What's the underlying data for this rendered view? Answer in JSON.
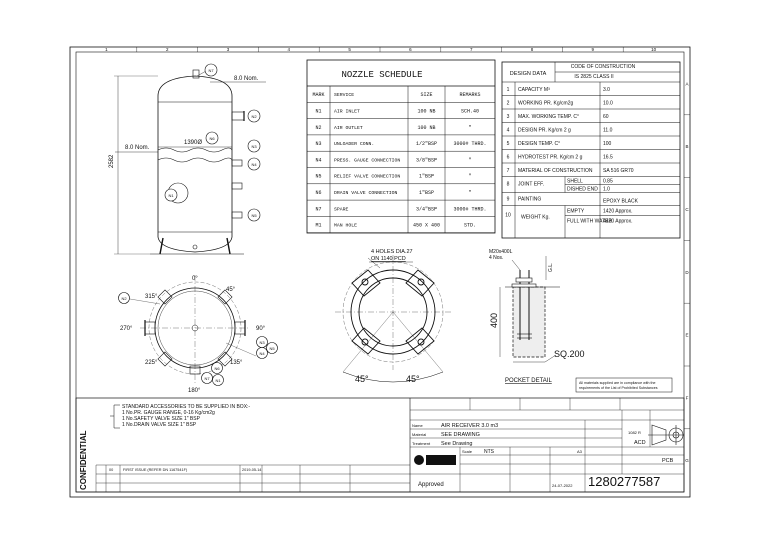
{
  "grid": {
    "columns": [
      "1",
      "2",
      "3",
      "4",
      "5",
      "6",
      "7",
      "8",
      "9",
      "10"
    ],
    "rows": [
      "A",
      "B",
      "C",
      "D",
      "E",
      "F",
      "G"
    ]
  },
  "vessel": {
    "dim_top": "8.0 Nom.",
    "dim_side": "8.0 Nom.",
    "height": "2582",
    "diameter": "1390Ø",
    "nozzles": [
      "N7",
      "N2",
      "N6",
      "N3",
      "N4",
      "N5",
      "N1"
    ]
  },
  "nozzle_schedule": {
    "title": "NOZZLE SCHEDULE",
    "headers": [
      "MARK",
      "SERVICE",
      "SIZE",
      "REMARKS"
    ],
    "rows": [
      [
        "N1",
        "AIR INLET",
        "100 NB",
        "SCH.40"
      ],
      [
        "N2",
        "AIR OUTLET",
        "100 NB",
        "\""
      ],
      [
        "N3",
        "UNLOADER CONN.",
        "1/2\"BSP",
        "3000# THRD."
      ],
      [
        "N4",
        "PRESS. GAUGE CONNECTION",
        "3/8\"BSP",
        "\""
      ],
      [
        "N5",
        "RELIEF VALVE CONNECTION",
        "1\"BSP",
        "\""
      ],
      [
        "N6",
        "DRAIN VALVE CONNECTION",
        "1\"BSP",
        "\""
      ],
      [
        "N7",
        "SPARE",
        "3/4\"BSP",
        "3000# THRD."
      ],
      [
        "M1",
        "MAN HOLE",
        "450 X 400",
        "STD."
      ]
    ]
  },
  "design_data": {
    "title": "DESIGN DATA",
    "code_label": "CODE OF CONSTRUCTION",
    "code_value": "IS 2825 CLASS II",
    "rows": [
      {
        "no": "1",
        "label": "CAPACITY  M³",
        "value": "3.0"
      },
      {
        "no": "2",
        "label": "WORKING PR.  Kg/cm2g",
        "value": "10.0"
      },
      {
        "no": "3",
        "label": "MAX. WORKING TEMP.  C°",
        "value": "60"
      },
      {
        "no": "4",
        "label": "DESIGN PR.  Kg/cm 2 g",
        "value": "11.0"
      },
      {
        "no": "5",
        "label": "DESIGN TEMP.  C°",
        "value": "100"
      },
      {
        "no": "6",
        "label": "HYDROTEST PR.  Kg/cm 2 g",
        "value": "16.5"
      },
      {
        "no": "7",
        "label": "MATERIAL OF CONSTRUCTION",
        "value": "SA 516 GR70"
      }
    ],
    "joint_eff": {
      "no": "8",
      "label": "JOINT EFF.",
      "shell_label": "SHELL",
      "shell_value": "0.85",
      "dished_label": "DISHED END",
      "dished_value": "1.0"
    },
    "painting": {
      "no": "9",
      "label": "PAINTING",
      "value": "EPOXY BLACK"
    },
    "weight": {
      "no": "10",
      "label": "WEIGHT Kg.",
      "empty_label": "EMPTY",
      "empty_value": "1420 Approx.",
      "full_label": "FULL WITH WATER",
      "full_value": "4420 Approx."
    }
  },
  "plan_view": {
    "angles": [
      "0°",
      "45°",
      "90°",
      "135°",
      "180°",
      "225°",
      "270°",
      "315°"
    ],
    "tags": [
      "N2",
      "N3",
      "N4",
      "N5",
      "N6",
      "N7",
      "N1"
    ]
  },
  "base_plate": {
    "holes": "4 HOLES DIA.27",
    "pcd": "ON 1140 PCD",
    "angle_a": "45°",
    "angle_b": "45°"
  },
  "pocket": {
    "bolt": "M20x400L",
    "nos": "4 Nos.",
    "gl": "G.L.",
    "depth": "400",
    "size": "SQ.200",
    "title": "POCKET DETAIL"
  },
  "compliance_note": "All materials supplied are in compliance with the requirements of the List of Prohibited Substances",
  "accessories": {
    "title": "STANDARD ACCESSORIES TO BE SUPPLIED IN BOX:-",
    "items": [
      "1 No.PR. GAUGE  RANGE, 0-16 Kg/cm2g",
      "1 No.SAFETY VALVE SIZE 1\" BSP",
      "1 No.DRAIN VALVE SIZE 1\" BSP"
    ]
  },
  "confidential": "CONFIDENTIAL",
  "title_block": {
    "name_label": "Name",
    "name_value": "AIR RECEIVER 3.0 m3",
    "material_label": "Material",
    "material_value": "SEE DRAWING",
    "treatment_label": "Treatment",
    "treatment_value": "See Drawing",
    "scale_label": "Scale",
    "scale_value": "NTS",
    "drawing_no": "1280277587",
    "approved": "Approved",
    "pcb": "PCB",
    "acd": "ACD",
    "ver": "1082 R",
    "date": "24-07-2022",
    "size": "A3"
  },
  "revision": {
    "rev": "00",
    "desc": "FIRST ISSUE (REFER DN 1167541F)",
    "date": "2019-05-14"
  }
}
